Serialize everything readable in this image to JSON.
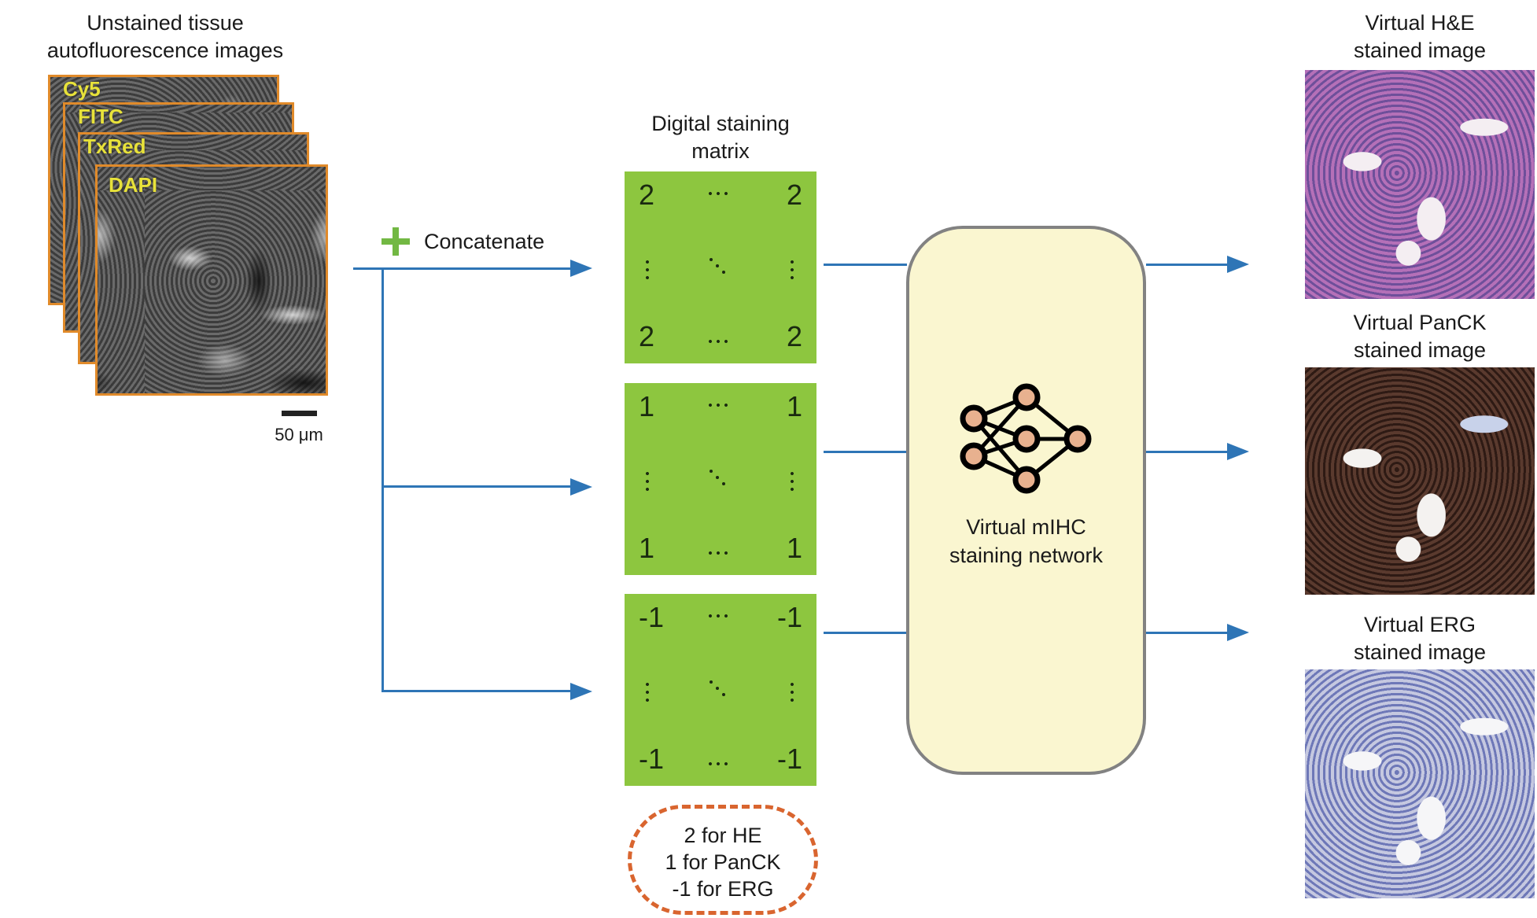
{
  "input": {
    "title_lines": [
      "Unstained tissue",
      "autofluorescence images"
    ],
    "channels": [
      "Cy5",
      "FITC",
      "TxRed",
      "DAPI"
    ],
    "scale_bar_label": "50 μm",
    "frame_color": "#e08a2a",
    "label_color": "#e8e23a"
  },
  "concatenate": {
    "icon": "plus-icon",
    "label": "Concatenate",
    "icon_color": "#72b843"
  },
  "matrix": {
    "title_lines": [
      "Digital staining",
      "matrix"
    ],
    "fill_color": "#8dc63f",
    "items": [
      {
        "value": "2",
        "stain": "HE"
      },
      {
        "value": "1",
        "stain": "PanCK"
      },
      {
        "value": "-1",
        "stain": "ERG"
      }
    ],
    "legend_lines": [
      "2 for HE",
      "1 for PanCK",
      "-1 for ERG"
    ],
    "legend_border_color": "#d9652f"
  },
  "network": {
    "icon": "neural-network-icon",
    "label_lines": [
      "Virtual mIHC",
      "staining network"
    ],
    "fill_color": "#faf6d0",
    "node_color": "#e8b18f"
  },
  "outputs": [
    {
      "title_lines": [
        "Virtual H&E",
        "stained image"
      ],
      "stain": "HE"
    },
    {
      "title_lines": [
        "Virtual PanCK",
        "stained image"
      ],
      "stain": "PanCK"
    },
    {
      "title_lines": [
        "Virtual ERG",
        "stained image"
      ],
      "stain": "ERG"
    }
  ],
  "arrow_color": "#2e75b6"
}
